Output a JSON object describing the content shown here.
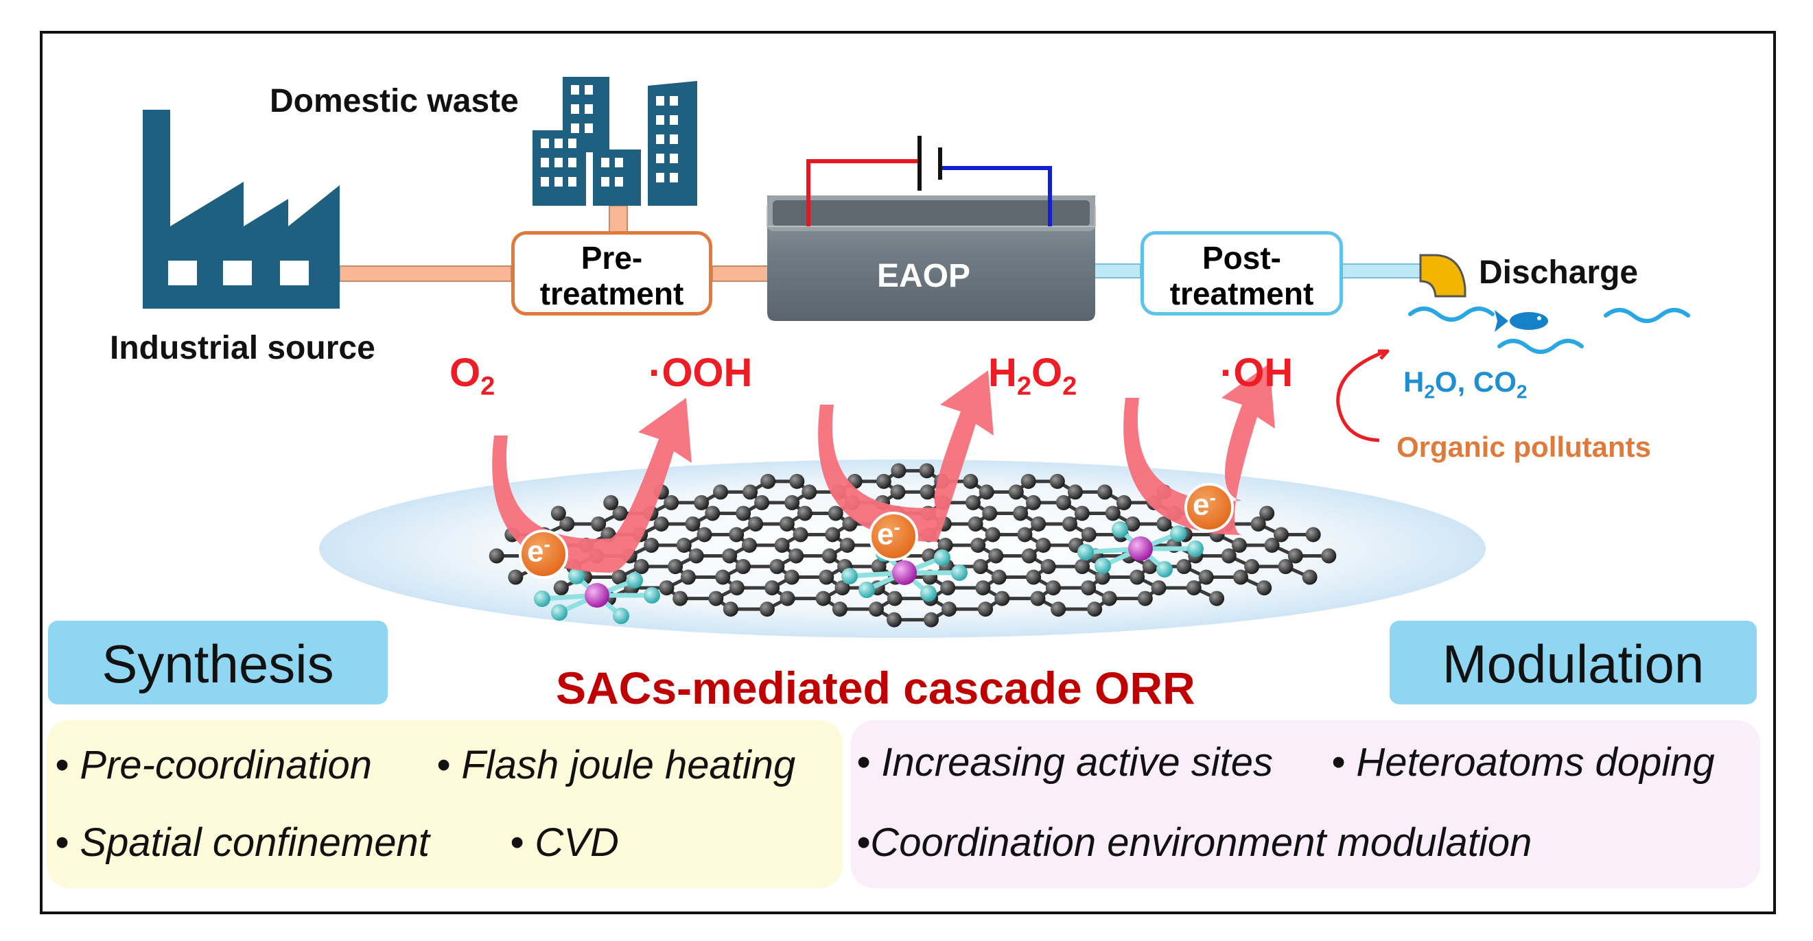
{
  "labels": {
    "domestic_waste": "Domestic waste",
    "industrial_source": "Industrial source",
    "pre_treatment_1": "Pre-",
    "pre_treatment_2": "treatment",
    "eaop": "EAOP",
    "post_treatment_1": "Post-",
    "post_treatment_2": "treatment",
    "discharge": "Discharge",
    "title": "SACs-mediated cascade ORR"
  },
  "species": {
    "o2": "O",
    "o2_sub": "2",
    "ooh": "·OOH",
    "h2o2_a": "H",
    "h2o2_sub1": "2",
    "h2o2_b": "O",
    "h2o2_sub2": "2",
    "oh": "·OH",
    "products_a": "H",
    "products_sub1": "2",
    "products_b": "O, CO",
    "products_sub2": "2",
    "organic_pollutants": "Organic pollutants",
    "electron": "e",
    "electron_sup": "-"
  },
  "synthesis": {
    "heading": "Synthesis",
    "items": [
      "• Pre-coordination",
      "• Flash joule heating",
      "• Spatial confinement",
      "• CVD"
    ]
  },
  "modulation": {
    "heading": "Modulation",
    "items": [
      "• Increasing active sites",
      "• Heteroatoms doping",
      "•Coordination environment modulation"
    ]
  },
  "colors": {
    "factory": "#1f5f7f",
    "pipe_orange": "#f7b797",
    "pipe_blue": "#bfe8f7",
    "box_orange": "#e07a3a",
    "box_blue": "#5ec3ea",
    "species_red": "#ee1c25",
    "arrow_pink": "#f5707a",
    "electron_orange": "#ea7a2e",
    "products_blue": "#1e8fd0",
    "pollutant_orange": "#e07a3a",
    "title_red": "#c00000",
    "heading_box": "#8fd6f3",
    "synthesis_panel": "#fdfbd9",
    "modulation_panel": "#fbeefb",
    "carbon": "#2b2b2b",
    "nitrogen": "#52c7c8",
    "metal": "#c43fc6",
    "fish": "#1581c8"
  },
  "icons": [
    "factory-icon",
    "buildings-icon",
    "battery-icon",
    "discharge-pipe-icon",
    "fish-icon",
    "wave-icon",
    "cycle-arrow-icon"
  ]
}
